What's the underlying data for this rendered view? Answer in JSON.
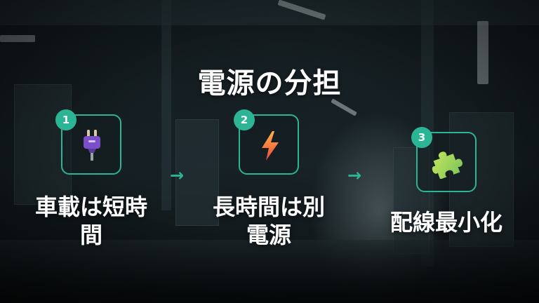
{
  "title": "電源の分担",
  "accent_color": "#2bb594",
  "steps": [
    {
      "number": "1",
      "icon": "power-plug-icon",
      "label_line1": "車載は短時",
      "label_line2": "間"
    },
    {
      "number": "2",
      "icon": "lightning-bolt-icon",
      "label_line1": "長時間は別",
      "label_line2": "電源"
    },
    {
      "number": "3",
      "icon": "puzzle-piece-icon",
      "label_line1": "配線最小化",
      "label_line2": ""
    }
  ],
  "arrow_glyph": "→"
}
